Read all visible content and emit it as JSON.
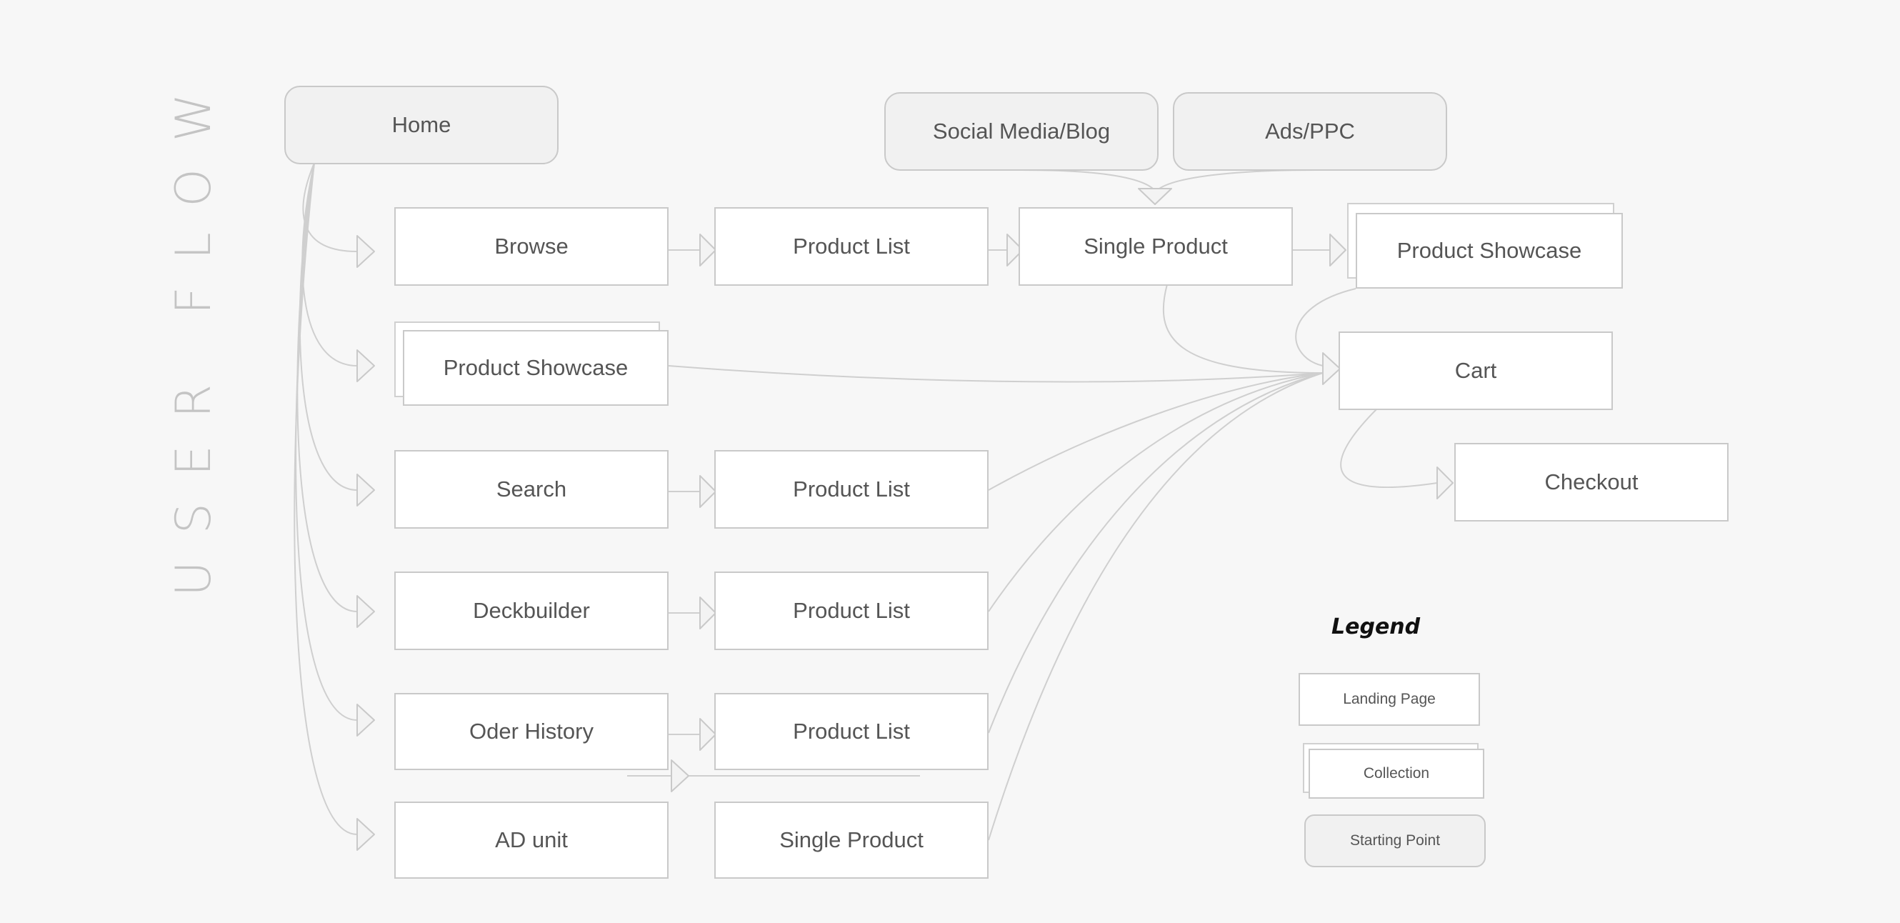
{
  "title": "USER FLOW",
  "nodes": {
    "home": "Home",
    "social": "Social Media/Blog",
    "ads": "Ads/PPC",
    "browse": "Browse",
    "pl1": "Product List",
    "sp1": "Single Product",
    "psRight": "Product Showcase",
    "psLeft": "Product Showcase",
    "cart": "Cart",
    "checkout": "Checkout",
    "search": "Search",
    "pl2": "Product List",
    "deck": "Deckbuilder",
    "pl3": "Product List",
    "order": "Oder History",
    "pl4": "Product List",
    "ad": "AD unit",
    "sp2": "Single Product"
  },
  "legend": {
    "title": "Legend",
    "landing": "Landing Page",
    "collection": "Collection",
    "starting": "Starting Point"
  },
  "colors": {
    "background": "#f7f7f7",
    "box_border": "#c9c9c9",
    "start_fill": "#f1f1f1",
    "connector": "#cfcfcf",
    "title": "#c4c4c4"
  }
}
